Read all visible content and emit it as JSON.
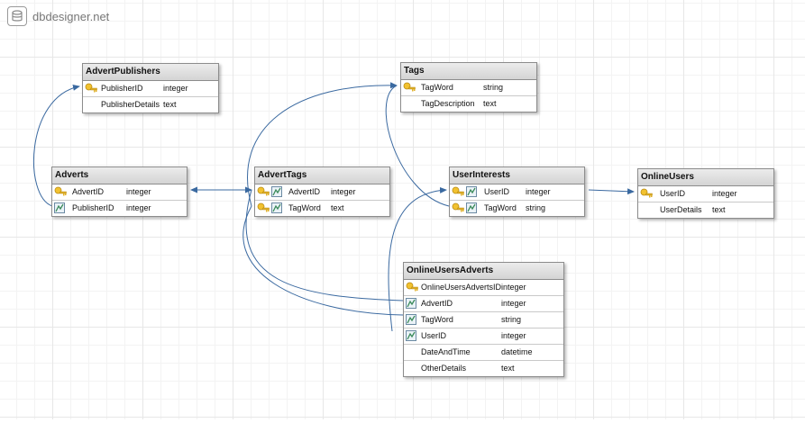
{
  "app": {
    "name": "dbdesigner.net",
    "icon": "database-icon"
  },
  "colors": {
    "link": "#3a69a0",
    "header": "#d9d9d9",
    "border": "#8c8c8c"
  },
  "tables": [
    {
      "name": "AdvertPublishers",
      "fields": [
        {
          "name": "PublisherID",
          "type": "integer",
          "pk": true,
          "fk": false
        },
        {
          "name": "PublisherDetails",
          "type": "text",
          "pk": false,
          "fk": false
        }
      ]
    },
    {
      "name": "Tags",
      "fields": [
        {
          "name": "TagWord",
          "type": "string",
          "pk": true,
          "fk": false
        },
        {
          "name": "TagDescription",
          "type": "text",
          "pk": false,
          "fk": false
        }
      ]
    },
    {
      "name": "Adverts",
      "fields": [
        {
          "name": "AdvertID",
          "type": "integer",
          "pk": true,
          "fk": false
        },
        {
          "name": "PublisherID",
          "type": "integer",
          "pk": false,
          "fk": true
        }
      ]
    },
    {
      "name": "AdvertTags",
      "fields": [
        {
          "name": "AdvertID",
          "type": "integer",
          "pk": true,
          "fk": true
        },
        {
          "name": "TagWord",
          "type": "text",
          "pk": true,
          "fk": true
        }
      ]
    },
    {
      "name": "UserInterests",
      "fields": [
        {
          "name": "UserID",
          "type": "integer",
          "pk": true,
          "fk": true
        },
        {
          "name": "TagWord",
          "type": "string",
          "pk": true,
          "fk": true
        }
      ]
    },
    {
      "name": "OnlineUsers",
      "fields": [
        {
          "name": "UserID",
          "type": "integer",
          "pk": true,
          "fk": false
        },
        {
          "name": "UserDetails",
          "type": "text",
          "pk": false,
          "fk": false
        }
      ]
    },
    {
      "name": "OnlineUsersAdverts",
      "fields": [
        {
          "name": "OnlineUsersAdvertsID",
          "type": "integer",
          "pk": true,
          "fk": false
        },
        {
          "name": "AdvertID",
          "type": "integer",
          "pk": false,
          "fk": true
        },
        {
          "name": "TagWord",
          "type": "string",
          "pk": false,
          "fk": true
        },
        {
          "name": "UserID",
          "type": "integer",
          "pk": false,
          "fk": true
        },
        {
          "name": "DateAndTime",
          "type": "datetime",
          "pk": false,
          "fk": false
        },
        {
          "name": "OtherDetails",
          "type": "text",
          "pk": false,
          "fk": false
        }
      ]
    }
  ]
}
